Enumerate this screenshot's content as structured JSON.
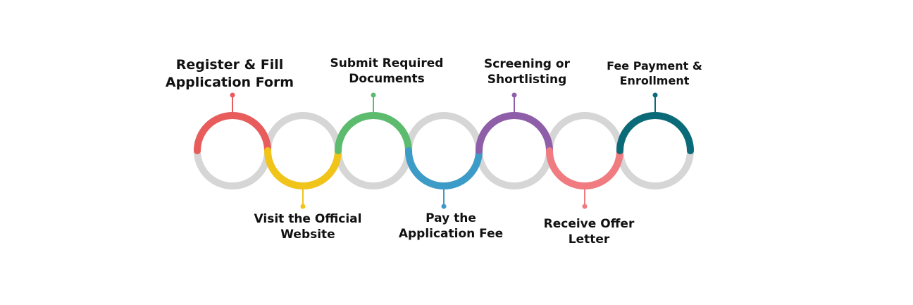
{
  "steps": [
    {
      "label": "Register & Fill Application Form",
      "color": "#e85c5c",
      "arc": "top"
    },
    {
      "label": "Visit the Official Website",
      "color": "#f0c419",
      "arc": "bottom"
    },
    {
      "label": "Submit Required Documents",
      "color": "#5dbb6e",
      "arc": "top"
    },
    {
      "label": "Pay the Application Fee",
      "color": "#3d9bc8",
      "arc": "bottom"
    },
    {
      "label": "Screening or Shortlisting",
      "color": "#8e5ea8",
      "arc": "top"
    },
    {
      "label": "Receive Offer Letter",
      "color": "#f07b80",
      "arc": "bottom"
    },
    {
      "label": "Fee Payment & Enrollment",
      "color": "#0b6a78",
      "arc": "top"
    }
  ],
  "ring_color": "#d6d6d6"
}
